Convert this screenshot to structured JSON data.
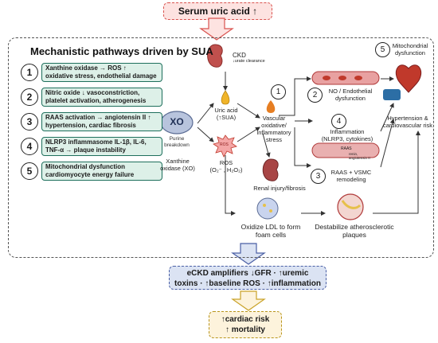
{
  "top_banner": "Serum uric acid ↑",
  "main_title": "Mechanistic pathways driven by SUA",
  "pathways": [
    {
      "num": "1",
      "line1": "Xanthine oxidase → ROS ↑",
      "line2": "oxidative stress, endothelial damage"
    },
    {
      "num": "2",
      "line1": "Nitric oxide ↓  vasoconstriction,",
      "line2": "platelet activation, atherogenesis"
    },
    {
      "num": "3",
      "line1": "RAAS activation → angiotensin II ↑",
      "line2": "hypertension, cardiac fibrosis"
    },
    {
      "num": "4",
      "line1": "NLRP3 inflammasome  IL-1β, IL-6,",
      "line2": "TNF-α → plaque instability"
    },
    {
      "num": "5",
      "line1": "Mitochondrial dysfunction",
      "line2": "cardiomyocyte energy failure"
    }
  ],
  "xo": {
    "badge": "XO",
    "label": "Purine breakdown",
    "name_line1": "Xanthine",
    "name_line2": "oxidase (XO)"
  },
  "ckd": {
    "title": "CKD",
    "sub": "↓urate clearance"
  },
  "uric_acid": {
    "line1": "Uric acid",
    "line2": "(↑SUA)"
  },
  "ros": {
    "badge": "ROS",
    "line1": "ROS",
    "line2": "(O₂⁻ , H₂O₂)"
  },
  "vascular": {
    "num": "1",
    "line1": "Vascular",
    "line2": "oxidative/",
    "line3": "inflammatory",
    "line4": "stress"
  },
  "renal": "Renal injury/fibrosis",
  "no_endo": {
    "num": "2",
    "line1": "NO / Endothelial",
    "line2": "dysfunction"
  },
  "inflammation": {
    "num": "4",
    "line1": "Inflammation",
    "line2": "(NLRP3, cytokines)"
  },
  "raas": {
    "num": "3",
    "tag": "RAAS",
    "renin": "renin,",
    "ang": "angiotensin II",
    "line1": "RAAS + VSMC",
    "line2": "remodeling"
  },
  "mito": {
    "num": "5",
    "line1": "Mitochondrial",
    "line2": "dysfunction"
  },
  "hypertension": {
    "line1": "Hypertension &",
    "line2": "cardiovascular risk"
  },
  "ldl": {
    "line1": "Oxidize LDL to form",
    "line2": "foam cells"
  },
  "plaque": {
    "line1": "Destabilize atherosclerotic",
    "line2": "plaques"
  },
  "ckd_amplifiers": {
    "line1": "eCKD amplifiers  ↓GFR · ↑uremic",
    "line2": "toxins · ↑baseline ROS · ↑inflammation"
  },
  "outcome": {
    "line1": "↑cardiac risk",
    "line2": "↑ mortality"
  },
  "colors": {
    "banner_bg": "#fde3e1",
    "pathway_bg": "#ddf0e8",
    "pathway_border": "#1e6f5c",
    "ckd_bg": "#dbe3f3",
    "risk_bg": "#fdf3dc",
    "arrow_red": "#d9534f",
    "arrow_blue": "#4a5fa5",
    "arrow_gold": "#c9a227"
  }
}
